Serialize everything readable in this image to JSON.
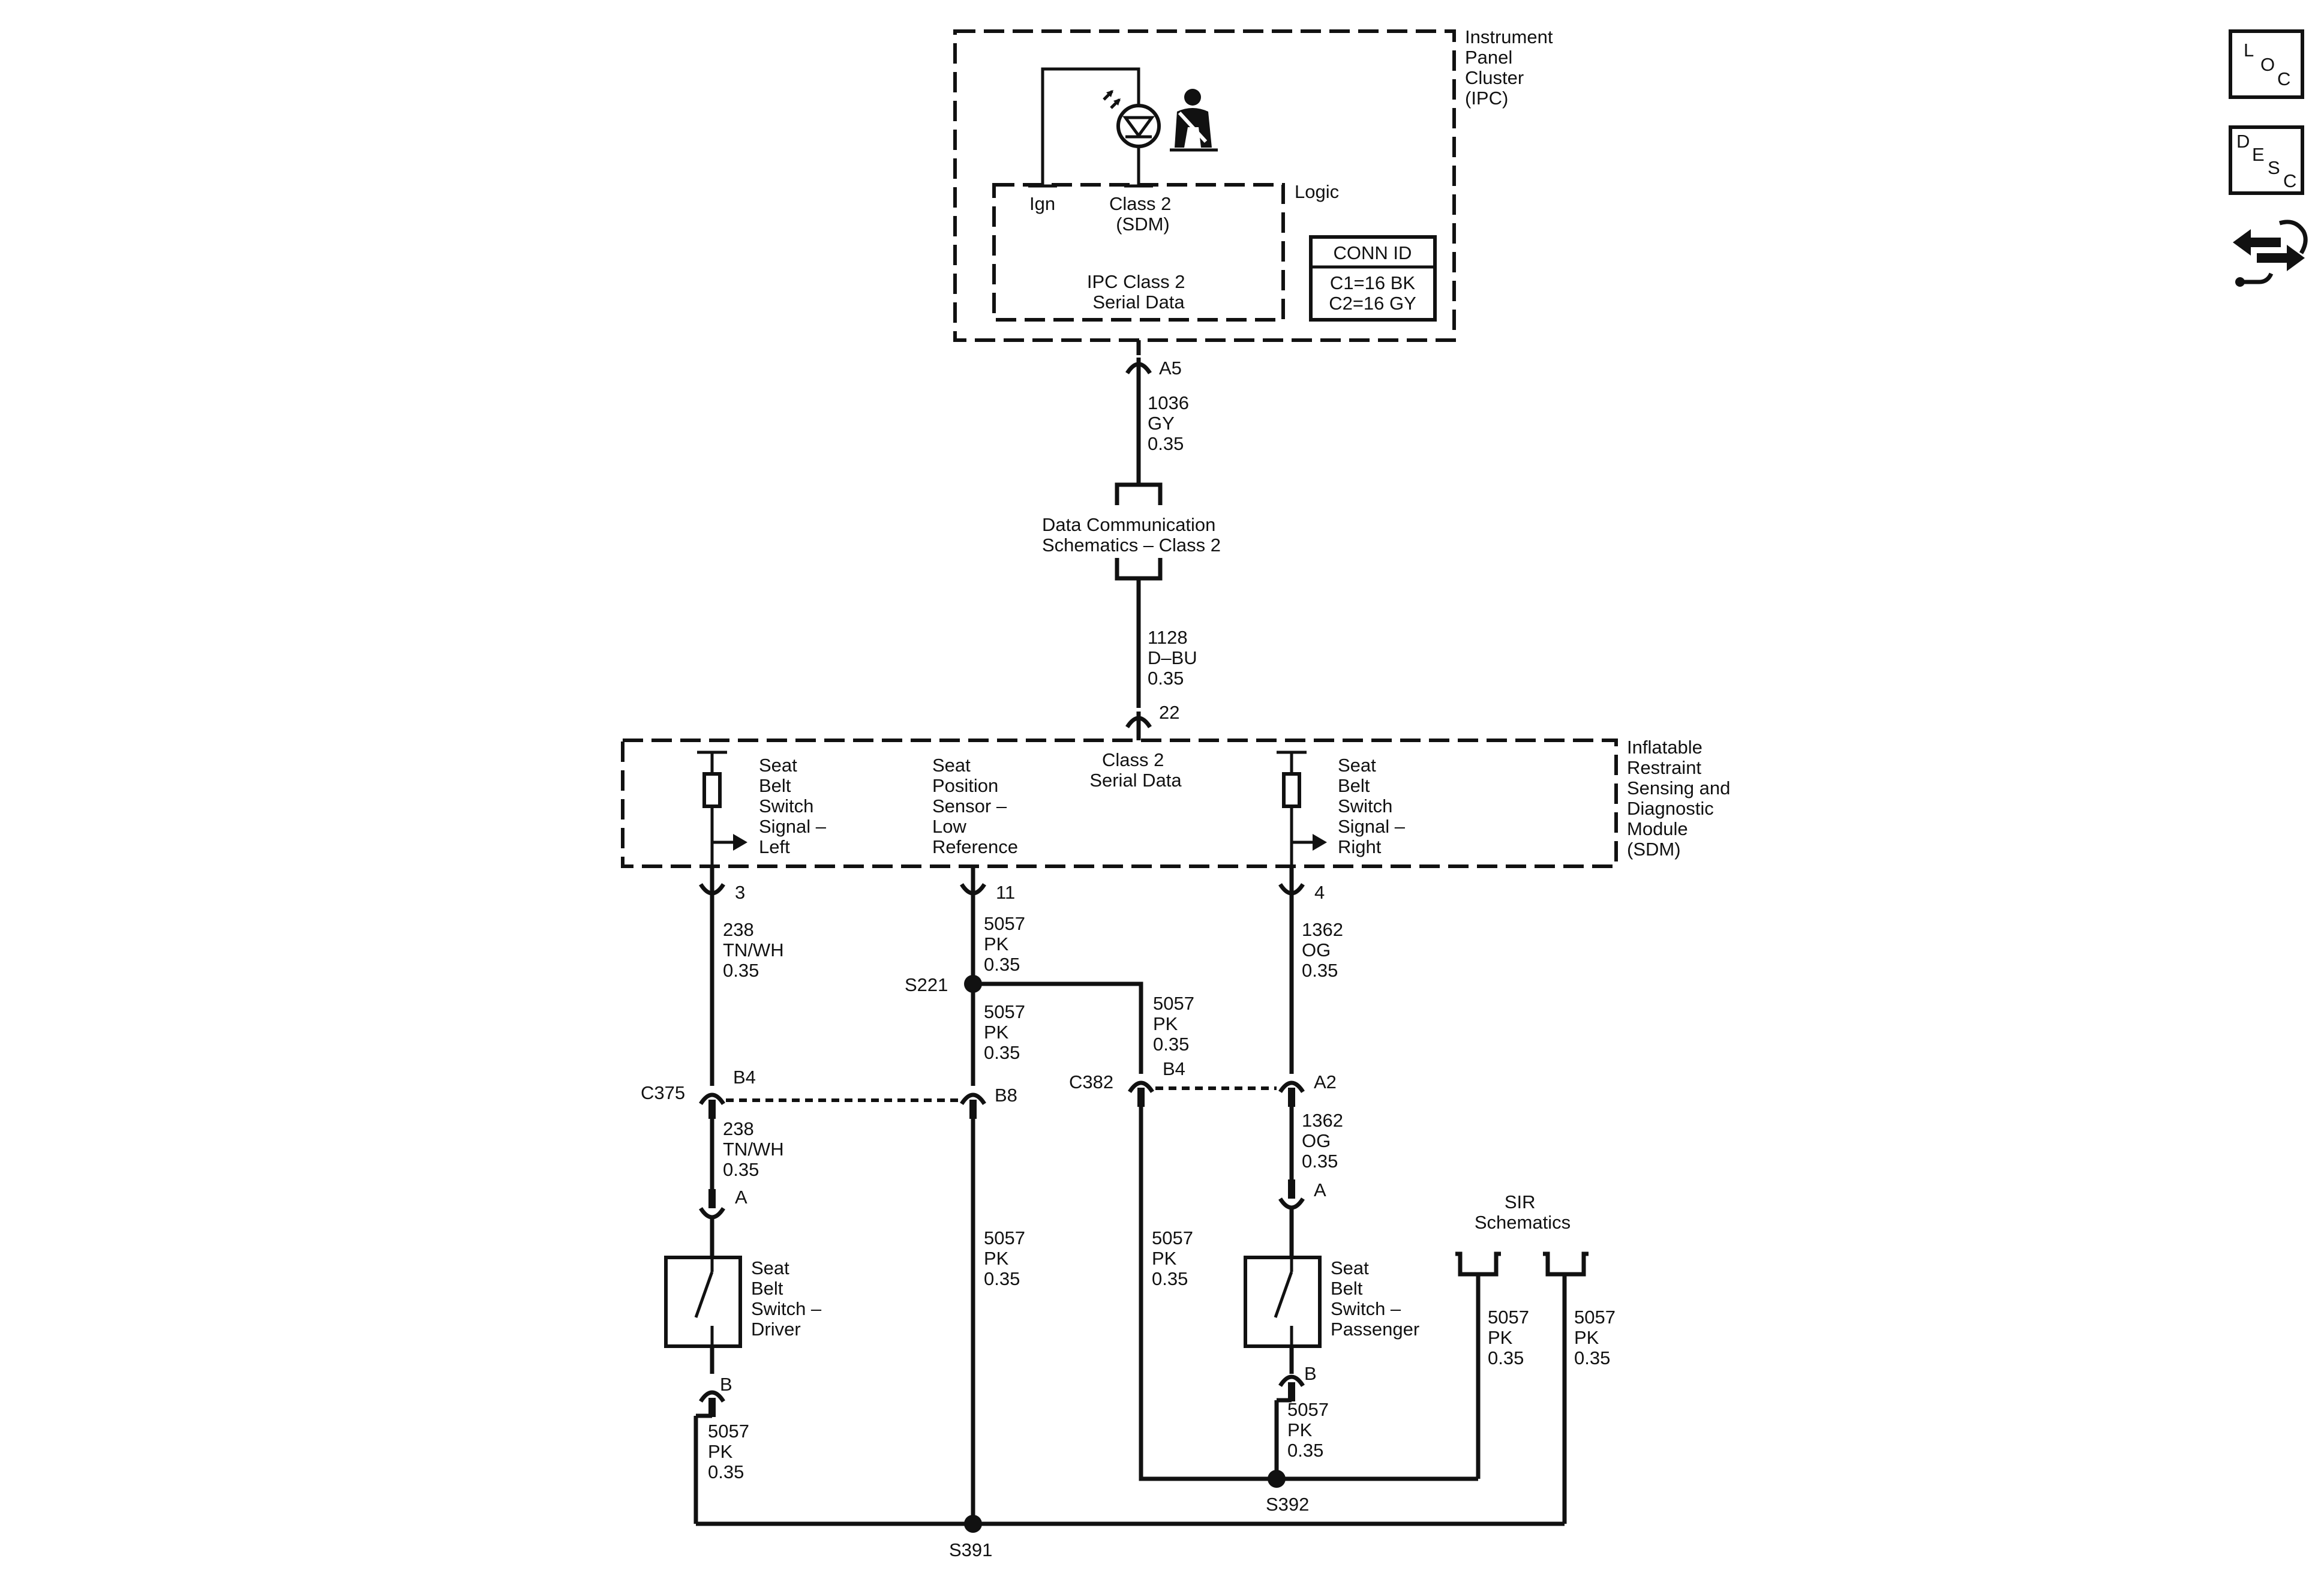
{
  "ipc": {
    "title": [
      "Instrument",
      "Panel",
      "Cluster",
      "(IPC)"
    ],
    "ign": "Ign",
    "class2": [
      "Class 2",
      "(SDM)"
    ],
    "logic": "Logic",
    "serial": [
      "IPC Class 2",
      "Serial Data"
    ],
    "conn_id": {
      "header": "CONN ID",
      "rows": [
        "C1=16 BK",
        "C2=16 GY"
      ]
    },
    "pin": "A5"
  },
  "wires": {
    "gy_1036": [
      "1036",
      "GY",
      "0.35"
    ],
    "dbu_1128": [
      "1128",
      "D–BU",
      "0.35"
    ],
    "tnwh_top": [
      "238",
      "TN/WH",
      "0.35"
    ],
    "pk_top": [
      "5057",
      "PK",
      "0.35"
    ],
    "og_top": [
      "1362",
      "OG",
      "0.35"
    ],
    "pk_mid": [
      "5057",
      "PK",
      "0.35"
    ],
    "pk_branch": [
      "5057",
      "PK",
      "0.35"
    ],
    "tnwh_bot": [
      "238",
      "TN/WH",
      "0.35"
    ],
    "og_bot": [
      "1362",
      "OG",
      "0.35"
    ],
    "pk_center": [
      "5057",
      "PK",
      "0.35"
    ],
    "pk_c382": [
      "5057",
      "PK",
      "0.35"
    ],
    "pk_driver_b": [
      "5057",
      "PK",
      "0.35"
    ],
    "pk_pass_b": [
      "5057",
      "PK",
      "0.35"
    ],
    "pk_sir1": [
      "5057",
      "PK",
      "0.35"
    ],
    "pk_sir2": [
      "5057",
      "PK",
      "0.35"
    ]
  },
  "data_comm": [
    "Data Communication",
    "Schematics – Class 2"
  ],
  "sdm": {
    "title": [
      "Inflatable",
      "Restraint",
      "Sensing and",
      "Diagnostic",
      "Module",
      "(SDM)"
    ],
    "pin_top": "22",
    "class2": [
      "Class 2",
      "Serial Data"
    ],
    "left": [
      "Seat",
      "Belt",
      "Switch",
      "Signal –",
      "Left"
    ],
    "center": [
      "Seat",
      "Position",
      "Sensor –",
      "Low",
      "Reference"
    ],
    "right": [
      "Seat",
      "Belt",
      "Switch",
      "Signal –",
      "Right"
    ],
    "pins": {
      "left": "3",
      "center": "11",
      "right": "4"
    }
  },
  "splices": {
    "s221": "S221",
    "s391": "S391",
    "s392": "S392"
  },
  "connectors": {
    "c375": {
      "name": "C375",
      "pin_left": "B4",
      "pin_center": "B8"
    },
    "c382": {
      "name": "C382",
      "pin_left": "B4",
      "pin_right": "A2"
    }
  },
  "driver_switch": {
    "label": [
      "Seat",
      "Belt",
      "Switch –",
      "Driver"
    ],
    "pin_a": "A",
    "pin_b": "B"
  },
  "passenger_switch": {
    "label": [
      "Seat",
      "Belt",
      "Switch –",
      "Passenger"
    ],
    "pin_a": "A",
    "pin_b": "B"
  },
  "sir": [
    "SIR",
    "Schematics"
  ],
  "side_icons": {
    "loc": [
      "L",
      "O",
      "C"
    ],
    "desc": [
      "D",
      "E",
      "S",
      "C"
    ],
    "icon": "wiring-connector-icon"
  }
}
